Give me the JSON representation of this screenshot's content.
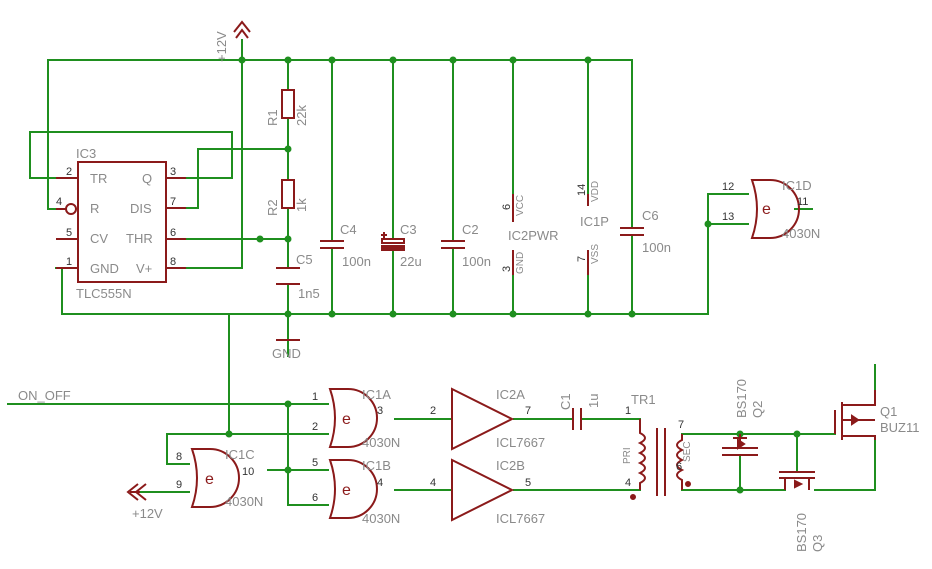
{
  "colors": {
    "wire": "#1f8f1f",
    "symbol": "#8b1a1a",
    "label": "#8a8a8a",
    "background": "#ffffff"
  },
  "power": {
    "vcc_top": "+12V",
    "vcc_bottom": "+12V",
    "gnd": "GND"
  },
  "signals": {
    "on_off": "ON_OFF"
  },
  "ic3": {
    "ref": "IC3",
    "value": "TLC555N",
    "pins": {
      "tr": "TR",
      "q": "Q",
      "r": "R",
      "dis": "DIS",
      "cv": "CV",
      "thr": "THR",
      "gnd": "GND",
      "vplus": "V+"
    },
    "pin_numbers": {
      "tr": "2",
      "q": "3",
      "r": "4",
      "dis": "7",
      "cv": "5",
      "thr": "6",
      "gnd": "1",
      "vplus": "8"
    }
  },
  "passives": {
    "r1": {
      "ref": "R1",
      "value": "22k"
    },
    "r2": {
      "ref": "R2",
      "value": "1k"
    },
    "c1": {
      "ref": "C1",
      "value": "1u"
    },
    "c2": {
      "ref": "C2",
      "value": "100n"
    },
    "c3": {
      "ref": "C3",
      "value": "22u"
    },
    "c4": {
      "ref": "C4",
      "value": "100n"
    },
    "c5": {
      "ref": "C5",
      "value": "1n5"
    },
    "c6": {
      "ref": "C6",
      "value": "100n"
    }
  },
  "ic2pwr": {
    "ref": "IC2PWR",
    "vcc": "VCC",
    "gnd": "GND",
    "vcc_pin": "6",
    "gnd_pin": "3"
  },
  "ic1p": {
    "ref": "IC1P",
    "vdd": "VDD",
    "vss": "VSS",
    "vdd_pin": "14",
    "vss_pin": "7"
  },
  "gates": {
    "ic1a": {
      "ref": "IC1A",
      "value": "4030N",
      "symbol": "e",
      "in1": "1",
      "in2": "2",
      "out": "3"
    },
    "ic1b": {
      "ref": "IC1B",
      "value": "4030N",
      "symbol": "e",
      "in1": "5",
      "in2": "6",
      "out": "4"
    },
    "ic1c": {
      "ref": "IC1C",
      "value": "4030N",
      "symbol": "e",
      "in1": "8",
      "in2": "9",
      "out": "10"
    },
    "ic1d": {
      "ref": "IC1D",
      "value": "4030N",
      "symbol": "e",
      "in1": "12",
      "in2": "13",
      "out": "11"
    }
  },
  "drivers": {
    "ic2a": {
      "ref": "IC2A",
      "value": "ICL7667",
      "in": "2",
      "out": "7"
    },
    "ic2b": {
      "ref": "IC2B",
      "value": "ICL7667",
      "in": "4",
      "out": "5"
    }
  },
  "transformer": {
    "ref": "TR1",
    "pri": "PRI",
    "sec": "SEC",
    "p1": "1",
    "p4": "4",
    "p7": "7",
    "p6": "6"
  },
  "transistors": {
    "q1": {
      "ref": "Q1",
      "value": "BUZ11"
    },
    "q2": {
      "ref": "Q2",
      "value": "BS170"
    },
    "q3": {
      "ref": "Q3",
      "value": "BS170"
    }
  }
}
